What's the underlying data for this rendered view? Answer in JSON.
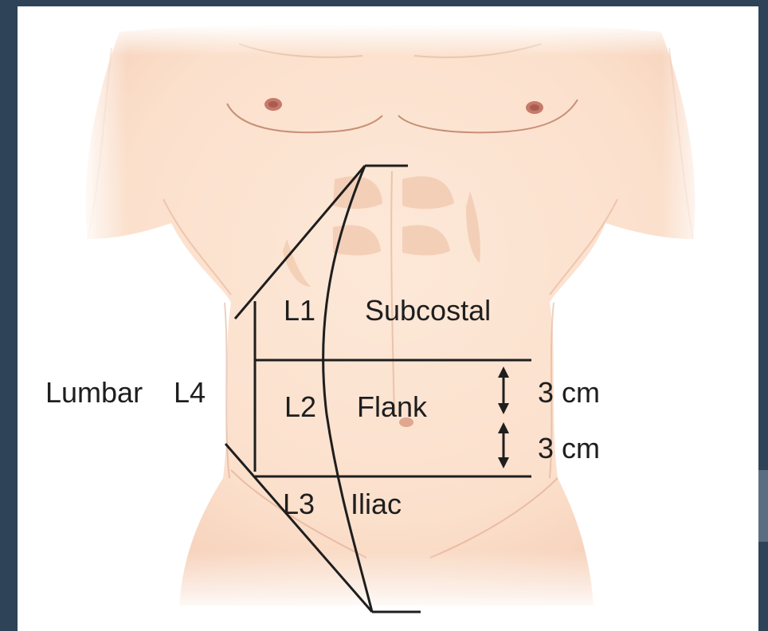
{
  "labels": {
    "l1": "L1",
    "subcostal": "Subcostal",
    "lumbar": "Lumbar",
    "l4": "L4",
    "l2": "L2",
    "flank": "Flank",
    "l3": "L3",
    "iliac": "Iliac",
    "dist_upper": "3 cm",
    "dist_lower": "3 cm"
  },
  "colors": {
    "background_border": "#2e4358",
    "skin": "#fbe2cf",
    "skin_shade": "#f2c7ad",
    "outline": "#c98f78",
    "nipple": "#c77a6a",
    "incision_lines": "#1e1e1e"
  }
}
